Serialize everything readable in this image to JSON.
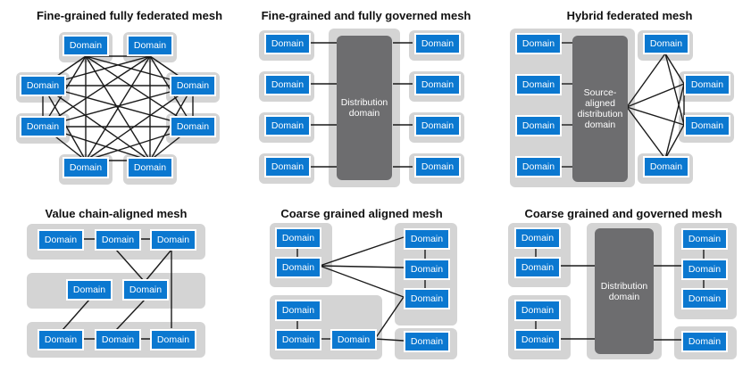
{
  "titles": {
    "p1": "Fine-grained fully federated mesh",
    "p2": "Fine-grained and fully governed mesh",
    "p3": "Hybrid federated mesh",
    "p4": "Value chain-aligned mesh",
    "p5": "Coarse grained aligned mesh",
    "p6": "Coarse grained and governed mesh"
  },
  "domain_label": "Domain",
  "distribution_label": "Distribution domain",
  "source_aligned_label": "Source-aligned distribution domain",
  "colors": {
    "domain": "#0b78d0",
    "background": "#d4d4d4",
    "distribution": "#6d6d6f"
  }
}
